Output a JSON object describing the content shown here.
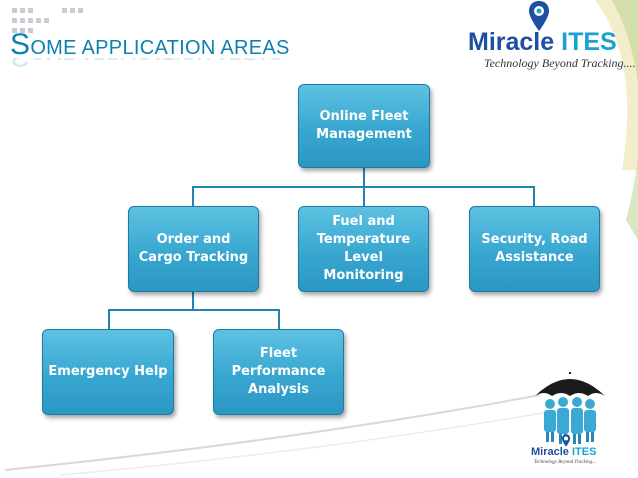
{
  "slide": {
    "title_first": "S",
    "title_rest": "OME APPLICATION AREAS"
  },
  "brand": {
    "name": "Miracle",
    "name_accent": "ITES",
    "tagline": "Technology Beyond Tracking...."
  },
  "footer_brand": {
    "name": "Miracle",
    "name_accent": "ITES",
    "tagline": "Technology Beyond Tracking..."
  },
  "tree": {
    "root": "Online Fleet Management",
    "level1": [
      "Order and Cargo Tracking",
      "Fuel and Temperature Level Monitoring",
      "Security, Road Assistance"
    ],
    "level2": [
      "Emergency Help",
      "Fleet Performance Analysis"
    ]
  },
  "colors": {
    "box_fill": "#3aa9d3",
    "box_border": "#1b7ba3",
    "connector": "#1f86b4",
    "title": "#0f7fb0",
    "brand_blue": "#1f4fa0",
    "brand_accent": "#1aa2d3"
  },
  "icons": [
    "location-pin-icon",
    "umbrella-people-icon"
  ]
}
